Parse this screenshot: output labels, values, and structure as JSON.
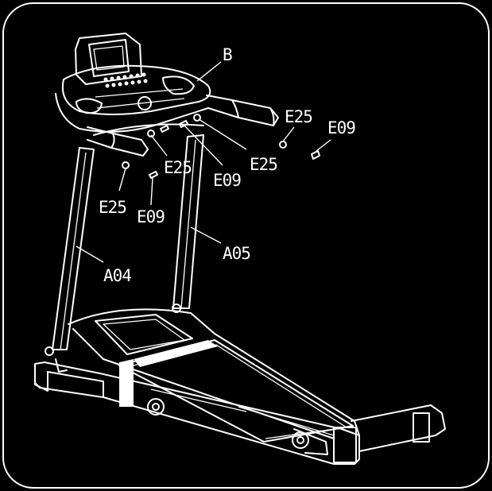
{
  "diagram": {
    "labels": {
      "console": "B",
      "upright_left": "A04",
      "upright_right": "A05",
      "washer_upper_right": "E25",
      "bolt_upper_right": "E09",
      "washer_mid_right": "E25",
      "washer_center": "E25",
      "bolt_center": "E09",
      "washer_left": "E25",
      "bolt_left": "E09"
    }
  }
}
